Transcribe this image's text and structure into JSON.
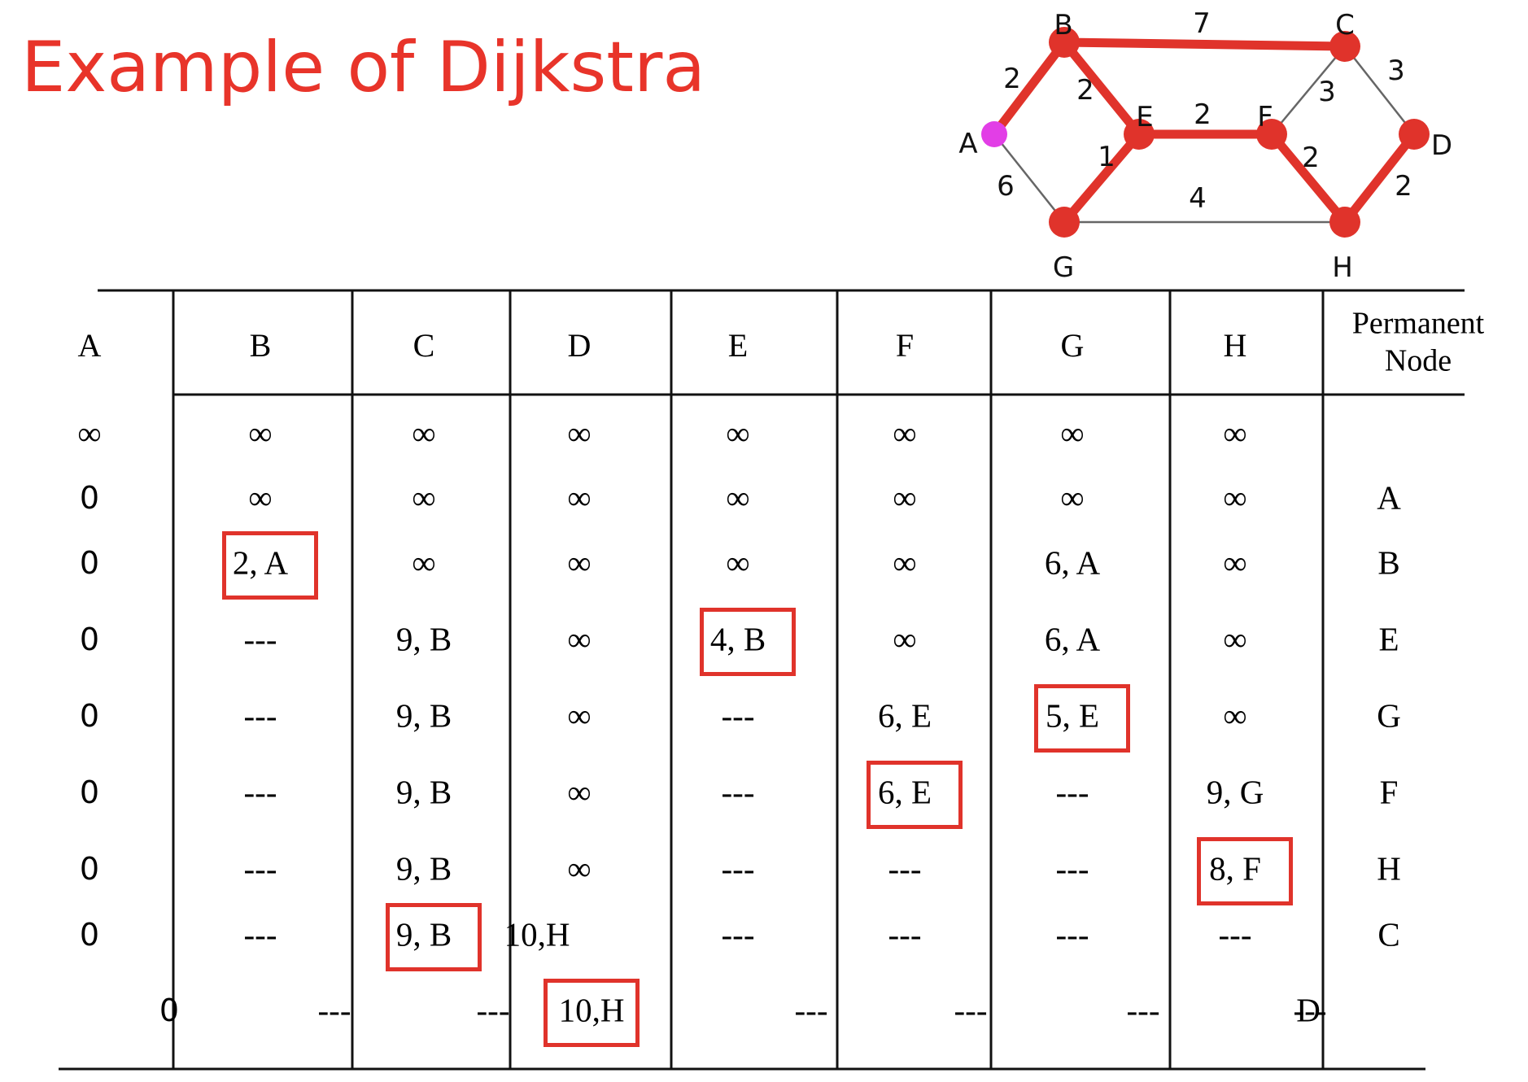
{
  "title": "Example of Dijkstra",
  "colors": {
    "title": "#e8342a",
    "path": "#e0332b",
    "source": "#e23ee6",
    "highlight": "#e0332b"
  },
  "graph": {
    "nodes": [
      "A",
      "B",
      "C",
      "D",
      "E",
      "F",
      "G",
      "H"
    ],
    "source": "A",
    "edges": [
      {
        "from": "A",
        "to": "B",
        "weight": "2",
        "in_path": true
      },
      {
        "from": "A",
        "to": "G",
        "weight": "6",
        "in_path": false
      },
      {
        "from": "B",
        "to": "C",
        "weight": "7",
        "in_path": true
      },
      {
        "from": "B",
        "to": "E",
        "weight": "2",
        "in_path": true
      },
      {
        "from": "E",
        "to": "F",
        "weight": "2",
        "in_path": true
      },
      {
        "from": "E",
        "to": "G",
        "weight": "1",
        "in_path": true
      },
      {
        "from": "F",
        "to": "C",
        "weight": "3",
        "in_path": false
      },
      {
        "from": "C",
        "to": "D",
        "weight": "3",
        "in_path": false
      },
      {
        "from": "F",
        "to": "H",
        "weight": "2",
        "in_path": true
      },
      {
        "from": "D",
        "to": "H",
        "weight": "2",
        "in_path": true
      },
      {
        "from": "G",
        "to": "H",
        "weight": "4",
        "in_path": false
      }
    ]
  },
  "table": {
    "headers": [
      "A",
      "B",
      "C",
      "D",
      "E",
      "F",
      "G",
      "H"
    ],
    "permanent_header": [
      "Permanent",
      "Node"
    ],
    "rows": [
      {
        "cells": [
          "∞",
          "∞",
          "∞",
          "∞",
          "∞",
          "∞",
          "∞",
          "∞"
        ],
        "permanent": "",
        "highlight": null
      },
      {
        "cells": [
          "0",
          "∞",
          "∞",
          "∞",
          "∞",
          "∞",
          "∞",
          "∞"
        ],
        "permanent": "A",
        "highlight": null
      },
      {
        "cells": [
          "0",
          "2, A",
          "∞",
          "∞",
          "∞",
          "∞",
          "6, A",
          "∞"
        ],
        "permanent": "B",
        "highlight": 1
      },
      {
        "cells": [
          "0",
          "---",
          "9, B",
          "∞",
          "4, B",
          "∞",
          "6, A",
          "∞"
        ],
        "permanent": "E",
        "highlight": 4
      },
      {
        "cells": [
          "0",
          "---",
          "9, B",
          "∞",
          "---",
          "6, E",
          "5, E",
          "∞"
        ],
        "permanent": "G",
        "highlight": 6
      },
      {
        "cells": [
          "0",
          "---",
          "9, B",
          "∞",
          "---",
          "6, E",
          "---",
          "9, G"
        ],
        "permanent": "F",
        "highlight": 5
      },
      {
        "cells": [
          "0",
          "---",
          "9, B",
          "∞",
          "---",
          "---",
          "---",
          "8, F"
        ],
        "permanent": "H",
        "highlight": 7
      },
      {
        "cells": [
          "0",
          "---",
          "9, B",
          "10,H",
          "---",
          "---",
          "---",
          "---"
        ],
        "permanent": "C",
        "highlight": 2
      }
    ],
    "last_row": {
      "cells": [
        "0",
        "---",
        "---",
        "10,H",
        "---",
        "---",
        "---",
        "---"
      ],
      "permanent": "D",
      "highlight": 3
    }
  }
}
